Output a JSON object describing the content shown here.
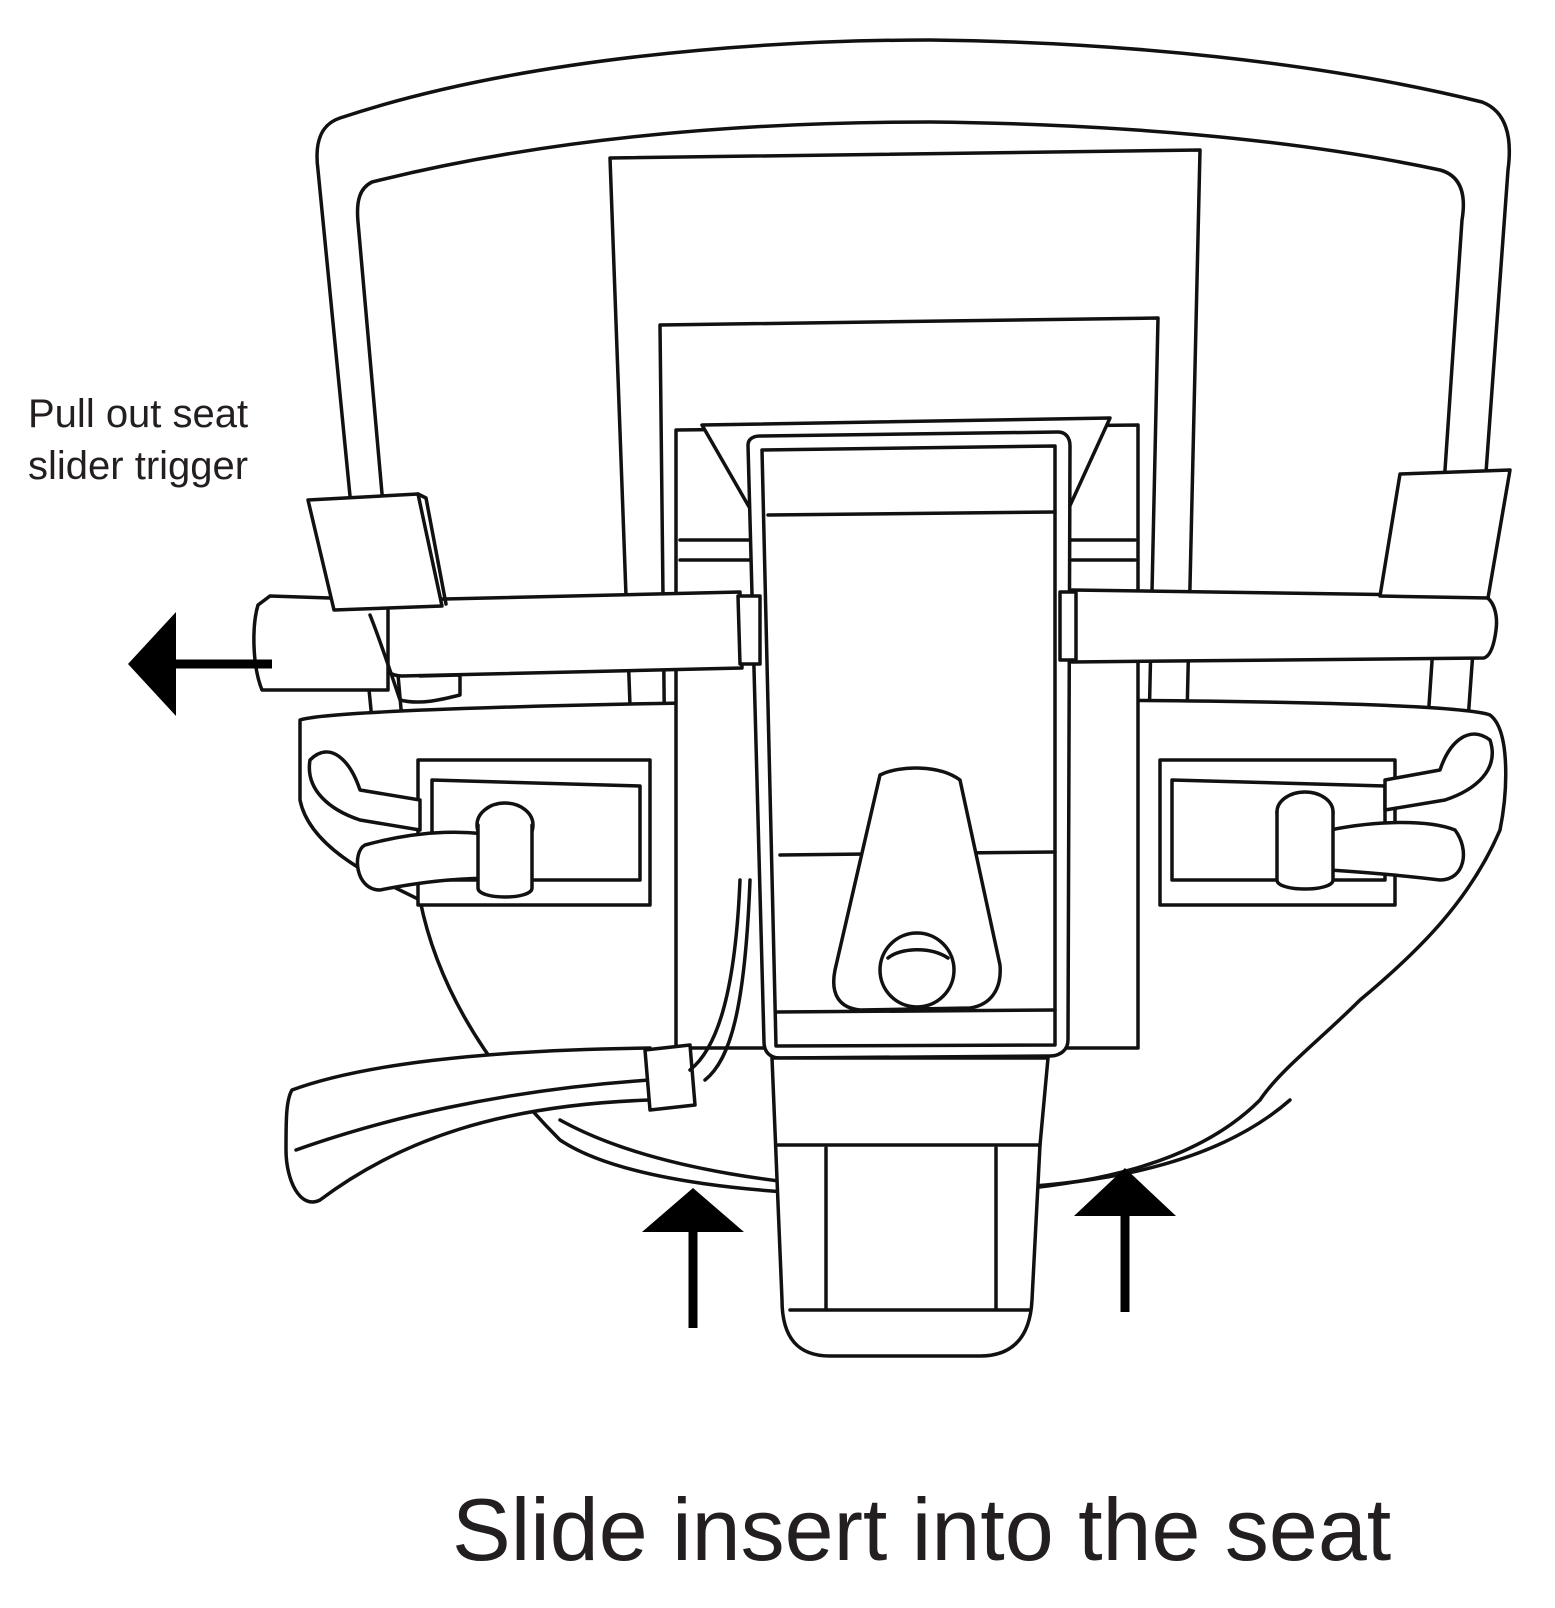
{
  "labels": {
    "trigger_line1": "Pull out seat",
    "trigger_line2": "slider trigger",
    "caption": "Slide insert into the seat"
  },
  "colors": {
    "line": "#111111",
    "text": "#231f20",
    "background": "#ffffff"
  }
}
